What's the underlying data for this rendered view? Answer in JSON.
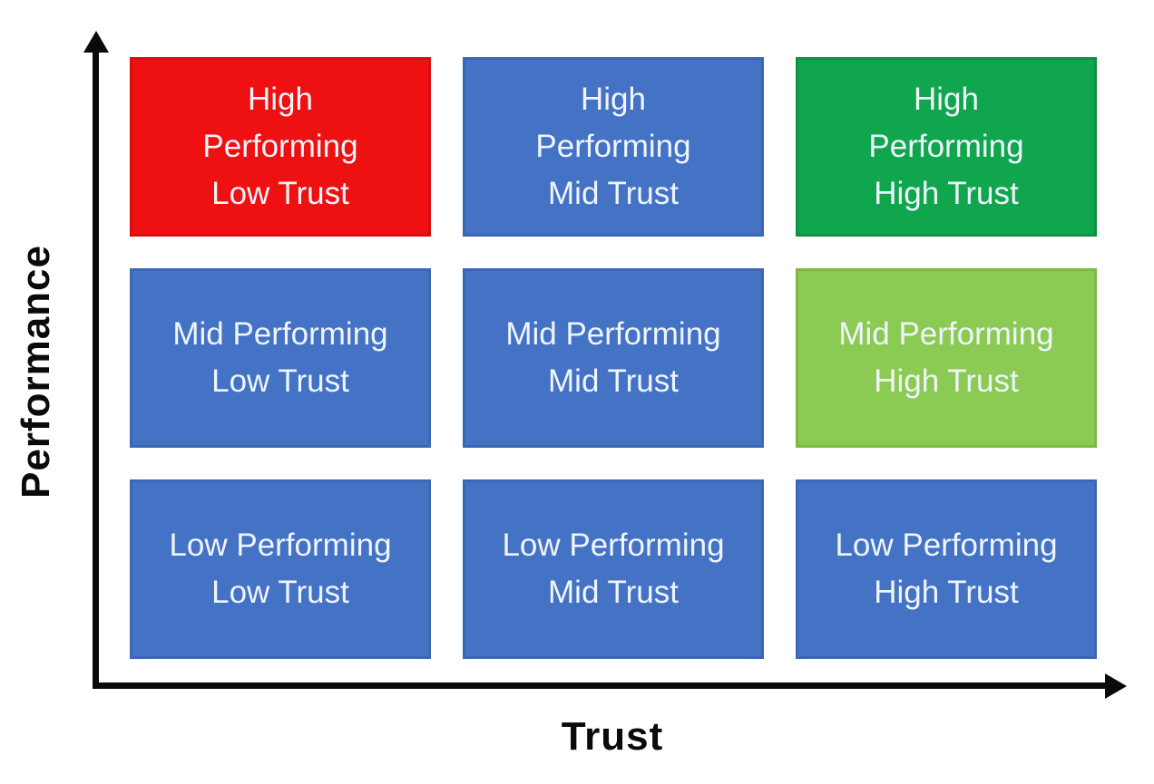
{
  "axes": {
    "x_label": "Trust",
    "y_label": "Performance"
  },
  "matrix": {
    "cells": [
      {
        "text": "High\nPerforming\nLow Trust",
        "color": "red"
      },
      {
        "text": "High\nPerforming\nMid Trust",
        "color": "blue"
      },
      {
        "text": "High\nPerforming\nHigh Trust",
        "color": "green"
      },
      {
        "text": "Mid Performing\nLow Trust",
        "color": "blue"
      },
      {
        "text": "Mid Performing\nMid Trust",
        "color": "blue"
      },
      {
        "text": "Mid Performing\nHigh Trust",
        "color": "light_green"
      },
      {
        "text": "Low Performing\nLow Trust",
        "color": "blue"
      },
      {
        "text": "Low Performing\nMid Trust",
        "color": "blue"
      },
      {
        "text": "Low Performing\nHigh Trust",
        "color": "blue"
      }
    ]
  },
  "colors": {
    "blue": "#4472C4",
    "blue_border": "#3A66B2",
    "red": "#EF1011",
    "red_border": "#D90E0F",
    "green": "#10A64E",
    "green_border": "#0E9143",
    "light_green": "#8CCB53",
    "light_green_border": "#7CB946",
    "cell_text": "#EFF5FB",
    "axis": "#0A0A0A"
  }
}
